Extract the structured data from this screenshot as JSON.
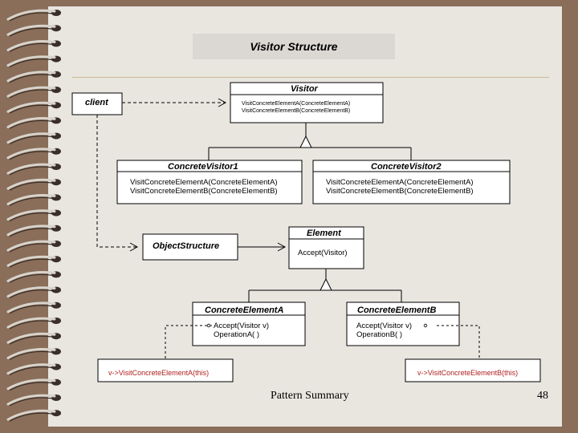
{
  "slide": {
    "title": "Visitor Structure",
    "footer_label": "Pattern Summary",
    "page_number": "48"
  },
  "diagram": {
    "client": {
      "name": "client"
    },
    "visitor": {
      "name": "Visitor",
      "operations": [
        "VisitConcreteElementA(ConcreteElementA)",
        "VisitConcreteElementB(ConcreteElementB)"
      ]
    },
    "concrete_visitor_1": {
      "name": "ConcreteVisitor1",
      "operations": [
        "VisitConcreteElementA(ConcreteElementA)",
        "VisitConcreteElementB(ConcreteElementB)"
      ]
    },
    "concrete_visitor_2": {
      "name": "ConcreteVisitor2",
      "operations": [
        "VisitConcreteElementA(ConcreteElementA)",
        "VisitConcreteElementB(ConcreteElementB)"
      ]
    },
    "object_structure": {
      "name": "ObjectStructure"
    },
    "element": {
      "name": "Element",
      "operations": [
        "Accept(Visitor)"
      ]
    },
    "concrete_element_a": {
      "name": "ConcreteElementA",
      "operations": [
        "Accept(Visitor v)",
        "OperationA( )"
      ]
    },
    "concrete_element_b": {
      "name": "ConcreteElementB",
      "operations": [
        "Accept(Visitor v)",
        "OperationB( )"
      ]
    },
    "note_a": "v->VisitConcreteElementA(this)",
    "note_b": "v->VisitConcreteElementB(this)"
  }
}
